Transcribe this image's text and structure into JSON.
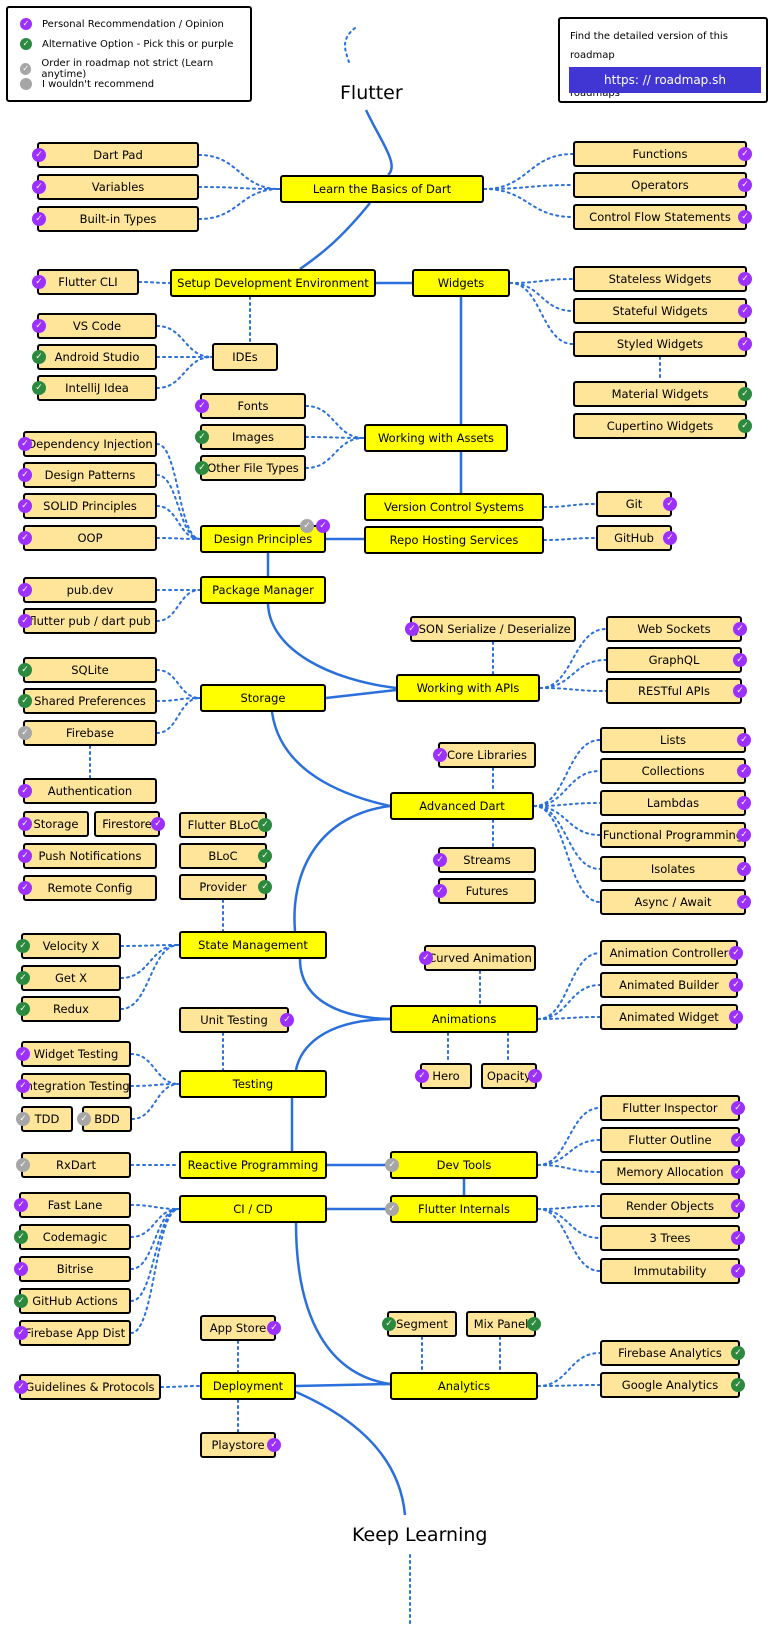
{
  "colors": {
    "purple": "#9b30ff",
    "green": "#2b8a3e",
    "grey": "#a6a6a6",
    "primary_fill": "#ffff00",
    "secondary_fill": "#ffe599",
    "line": "#2a6fdb",
    "button": "#4136d4"
  },
  "legend": {
    "items": [
      {
        "icon": "purple-check-icon",
        "label": "Personal Recommendation / Opinion"
      },
      {
        "icon": "green-check-icon",
        "label": "Alternative Option - Pick this or purple"
      },
      {
        "icon": "grey-check-icon",
        "label": "Order in roadmap not strict (Learn anytime)"
      },
      {
        "icon": "grey-dot-icon",
        "label": "I wouldn't recommend"
      }
    ]
  },
  "info": {
    "line1": "Find the detailed version of this roadmap",
    "line2": "along with resources and other roadmaps",
    "button": "https: // roadmap.sh"
  },
  "title": "Flutter",
  "footer": "Keep Learning",
  "nodes": {
    "dart_basics": {
      "label": "Learn the Basics of Dart"
    },
    "dartpad": {
      "label": "Dart Pad",
      "badge": "purple"
    },
    "variables": {
      "label": "Variables",
      "badge": "purple"
    },
    "builtin_types": {
      "label": "Built-in Types",
      "badge": "purple"
    },
    "functions": {
      "label": "Functions",
      "badge": "purple"
    },
    "operators": {
      "label": "Operators",
      "badge": "purple"
    },
    "control_flow": {
      "label": "Control Flow Statements",
      "badge": "purple"
    },
    "setup_env": {
      "label": "Setup Development Environment"
    },
    "flutter_cli": {
      "label": "Flutter CLI",
      "badge": "purple"
    },
    "ides": {
      "label": "IDEs"
    },
    "vscode": {
      "label": "VS Code",
      "badge": "purple"
    },
    "android_studio": {
      "label": "Android Studio",
      "badge": "green"
    },
    "intellij": {
      "label": "IntelliJ Idea",
      "badge": "green"
    },
    "widgets": {
      "label": "Widgets"
    },
    "stateless": {
      "label": "Stateless Widgets",
      "badge": "purple"
    },
    "stateful": {
      "label": "Stateful Widgets",
      "badge": "purple"
    },
    "styled": {
      "label": "Styled Widgets",
      "badge": "purple"
    },
    "material": {
      "label": "Material Widgets",
      "badge": "green"
    },
    "cupertino": {
      "label": "Cupertino Widgets",
      "badge": "green"
    },
    "assets": {
      "label": "Working with Assets"
    },
    "fonts": {
      "label": "Fonts",
      "badge": "purple"
    },
    "images": {
      "label": "Images",
      "badge": "green"
    },
    "other_files": {
      "label": "Other File Types",
      "badge": "green"
    },
    "design_principles": {
      "label": "Design Principles",
      "badge": "grey-purple"
    },
    "dependency_injection": {
      "label": "Dependency Injection",
      "badge": "purple"
    },
    "design_patterns": {
      "label": "Design Patterns",
      "badge": "purple"
    },
    "solid": {
      "label": "SOLID Principles",
      "badge": "purple"
    },
    "oop": {
      "label": "OOP",
      "badge": "purple"
    },
    "vcs": {
      "label": "Version Control Systems"
    },
    "repo_hosting": {
      "label": "Repo Hosting Services"
    },
    "git": {
      "label": "Git",
      "badge": "purple"
    },
    "github": {
      "label": "GitHub",
      "badge": "purple"
    },
    "package_manager": {
      "label": "Package Manager"
    },
    "pubdev": {
      "label": "pub.dev",
      "badge": "purple"
    },
    "flutter_pub": {
      "label": "flutter pub / dart pub",
      "badge": "purple"
    },
    "apis": {
      "label": "Working with APIs"
    },
    "json": {
      "label": "JSON Serialize / Deserialize",
      "badge": "purple"
    },
    "websockets": {
      "label": "Web Sockets",
      "badge": "purple"
    },
    "graphql": {
      "label": "GraphQL",
      "badge": "purple"
    },
    "restful": {
      "label": "RESTful APIs",
      "badge": "purple"
    },
    "storage": {
      "label": "Storage"
    },
    "sqlite": {
      "label": "SQLite",
      "badge": "green"
    },
    "shared_prefs": {
      "label": "Shared Preferences",
      "badge": "green"
    },
    "firebase": {
      "label": "Firebase",
      "badge": "grey"
    },
    "authentication": {
      "label": "Authentication",
      "badge": "purple"
    },
    "fb_storage": {
      "label": "Storage",
      "badge": "purple"
    },
    "firestore": {
      "label": "Firestore",
      "badge": "purple"
    },
    "push": {
      "label": "Push Notifications",
      "badge": "purple"
    },
    "remote_config": {
      "label": "Remote Config",
      "badge": "purple"
    },
    "advanced_dart": {
      "label": "Advanced Dart"
    },
    "core_libs": {
      "label": "Core Libraries",
      "badge": "purple"
    },
    "streams": {
      "label": "Streams",
      "badge": "purple"
    },
    "futures": {
      "label": "Futures",
      "badge": "purple"
    },
    "lists": {
      "label": "Lists",
      "badge": "purple"
    },
    "collections": {
      "label": "Collections",
      "badge": "purple"
    },
    "lambdas": {
      "label": "Lambdas",
      "badge": "purple"
    },
    "functional": {
      "label": "Functional Programming",
      "badge": "purple"
    },
    "isolates": {
      "label": "Isolates",
      "badge": "purple"
    },
    "async": {
      "label": "Async / Await",
      "badge": "purple"
    },
    "state_mgmt": {
      "label": "State Management"
    },
    "flutter_bloc": {
      "label": "Flutter BLoC",
      "badge": "green"
    },
    "bloc": {
      "label": "BLoC",
      "badge": "green"
    },
    "provider": {
      "label": "Provider",
      "badge": "green"
    },
    "velocityx": {
      "label": "Velocity X",
      "badge": "green"
    },
    "getx": {
      "label": "Get X",
      "badge": "green"
    },
    "redux": {
      "label": "Redux",
      "badge": "green"
    },
    "animations": {
      "label": "Animations"
    },
    "curved": {
      "label": "Curved Animation",
      "badge": "purple"
    },
    "hero": {
      "label": "Hero",
      "badge": "purple"
    },
    "opacity": {
      "label": "Opacity",
      "badge": "purple"
    },
    "anim_controller": {
      "label": "Animation Controller",
      "badge": "purple"
    },
    "anim_builder": {
      "label": "Animated Builder",
      "badge": "purple"
    },
    "anim_widget": {
      "label": "Animated Widget",
      "badge": "purple"
    },
    "testing": {
      "label": "Testing"
    },
    "unit_testing": {
      "label": "Unit Testing",
      "badge": "purple"
    },
    "widget_testing": {
      "label": "Widget Testing",
      "badge": "purple"
    },
    "integration_testing": {
      "label": "Integration Testing",
      "badge": "purple"
    },
    "tdd": {
      "label": "TDD",
      "badge": "grey"
    },
    "bdd": {
      "label": "BDD",
      "badge": "grey"
    },
    "reactive": {
      "label": "Reactive Programming"
    },
    "rxdart": {
      "label": "RxDart",
      "badge": "grey"
    },
    "devtools": {
      "label": "Dev Tools",
      "badge": "grey"
    },
    "inspector": {
      "label": "Flutter Inspector",
      "badge": "purple"
    },
    "outline": {
      "label": "Flutter Outline",
      "badge": "purple"
    },
    "memory": {
      "label": "Memory Allocation",
      "badge": "purple"
    },
    "cicd": {
      "label": "CI / CD"
    },
    "fastlane": {
      "label": "Fast Lane",
      "badge": "purple"
    },
    "codemagic": {
      "label": "Codemagic",
      "badge": "green"
    },
    "bitrise": {
      "label": "Bitrise",
      "badge": "purple"
    },
    "github_actions": {
      "label": "GitHub Actions",
      "badge": "green"
    },
    "firebase_dist": {
      "label": "Firebase App Dist",
      "badge": "purple"
    },
    "internals": {
      "label": "Flutter Internals",
      "badge": "grey"
    },
    "render_objects": {
      "label": "Render Objects",
      "badge": "purple"
    },
    "three_trees": {
      "label": "3 Trees",
      "badge": "purple"
    },
    "immutability": {
      "label": "Immutability",
      "badge": "purple"
    },
    "app_store": {
      "label": "App Store",
      "badge": "purple"
    },
    "deployment": {
      "label": "Deployment"
    },
    "guidelines": {
      "label": "Guidelines & Protocols",
      "badge": "purple"
    },
    "playstore": {
      "label": "Playstore",
      "badge": "purple"
    },
    "analytics": {
      "label": "Analytics"
    },
    "segment": {
      "label": "Segment",
      "badge": "green"
    },
    "mixpanel": {
      "label": "Mix Panel",
      "badge": "green"
    },
    "fb_analytics": {
      "label": "Firebase Analytics",
      "badge": "green"
    },
    "google_analytics": {
      "label": "Google Analytics",
      "badge": "green"
    }
  }
}
